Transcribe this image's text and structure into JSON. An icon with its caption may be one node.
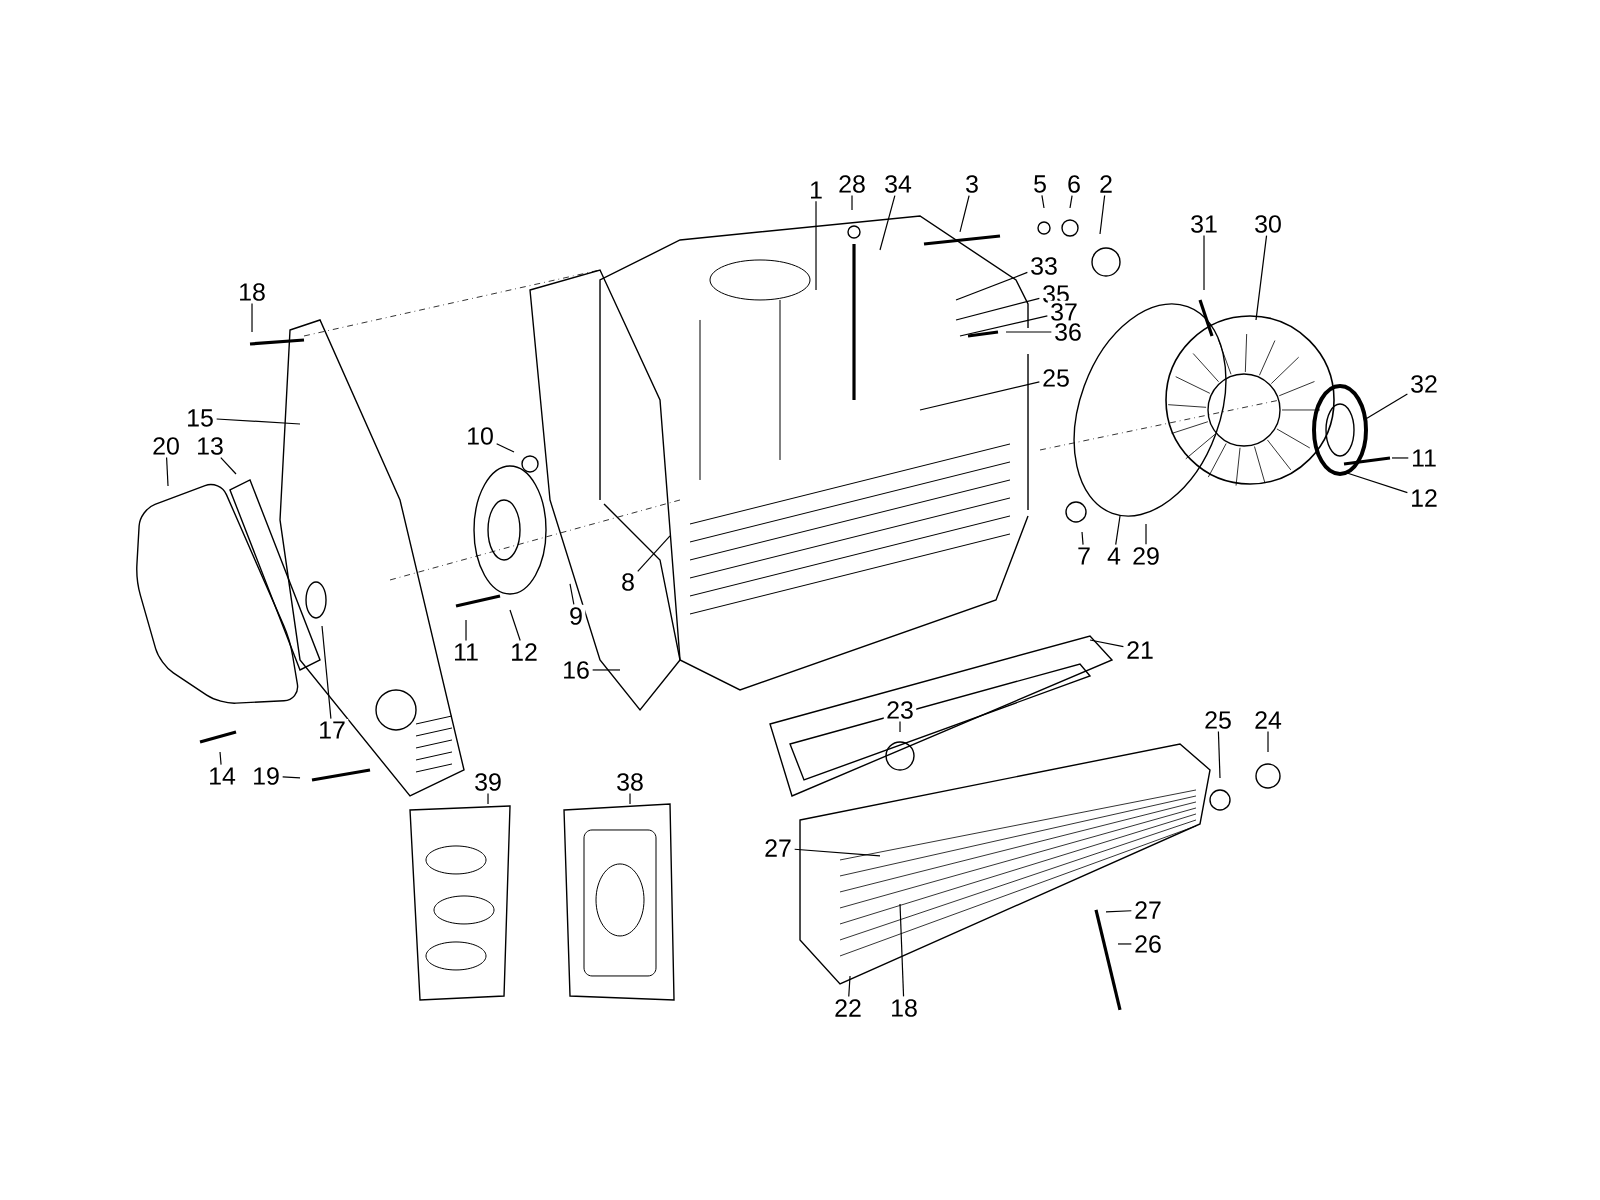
{
  "diagram": {
    "nodes": [
      {
        "text": [
          "1"
        ]
      },
      {
        "text": [
          "28"
        ]
      },
      {
        "text": [
          "34"
        ]
      },
      {
        "text": [
          "3"
        ]
      },
      {
        "text": [
          "5"
        ]
      },
      {
        "text": [
          "6"
        ]
      },
      {
        "text": [
          "2"
        ]
      },
      {
        "text": [
          "31"
        ]
      },
      {
        "text": [
          "30"
        ]
      },
      {
        "text": [
          "33"
        ]
      },
      {
        "text": [
          "35"
        ]
      },
      {
        "text": [
          "37"
        ]
      },
      {
        "text": [
          "18"
        ]
      },
      {
        "text": [
          "36"
        ]
      },
      {
        "text": [
          "25"
        ]
      },
      {
        "text": [
          "32"
        ]
      },
      {
        "text": [
          "15"
        ]
      },
      {
        "text": [
          "10"
        ]
      },
      {
        "text": [
          "20"
        ]
      },
      {
        "text": [
          "13"
        ]
      },
      {
        "text": [
          "11"
        ]
      },
      {
        "text": [
          "12"
        ]
      },
      {
        "text": [
          "7"
        ]
      },
      {
        "text": [
          "4"
        ]
      },
      {
        "text": [
          "29"
        ]
      },
      {
        "text": [
          "8"
        ]
      },
      {
        "text": [
          "9"
        ]
      },
      {
        "text": [
          "11"
        ]
      },
      {
        "text": [
          "12"
        ]
      },
      {
        "text": [
          "21"
        ]
      },
      {
        "text": [
          "16"
        ]
      },
      {
        "text": [
          "23"
        ]
      },
      {
        "text": [
          "25"
        ]
      },
      {
        "text": [
          "24"
        ]
      },
      {
        "text": [
          "17"
        ]
      },
      {
        "text": [
          "14"
        ]
      },
      {
        "text": [
          "19"
        ]
      },
      {
        "text": [
          "39"
        ]
      },
      {
        "text": [
          "38"
        ]
      },
      {
        "text": [
          "27"
        ]
      },
      {
        "text": [
          "27"
        ]
      },
      {
        "text": [
          "26"
        ]
      },
      {
        "text": [
          "22"
        ]
      },
      {
        "text": [
          "18"
        ]
      }
    ],
    "edges": [
      {
        "from": 0,
        "to": null,
        "arrow": "none"
      },
      {
        "from": 1,
        "to": null,
        "arrow": "none"
      },
      {
        "from": 2,
        "to": null,
        "arrow": "none"
      },
      {
        "from": 3,
        "to": null,
        "arrow": "none"
      },
      {
        "from": 4,
        "to": null,
        "arrow": "none"
      },
      {
        "from": 5,
        "to": null,
        "arrow": "none"
      },
      {
        "from": 6,
        "to": null,
        "arrow": "none"
      },
      {
        "from": 7,
        "to": null,
        "arrow": "none"
      },
      {
        "from": 8,
        "to": null,
        "arrow": "none"
      },
      {
        "from": 9,
        "to": null,
        "arrow": "none"
      },
      {
        "from": 10,
        "to": null,
        "arrow": "none"
      },
      {
        "from": 11,
        "to": null,
        "arrow": "none"
      },
      {
        "from": 12,
        "to": null,
        "arrow": "none"
      },
      {
        "from": 13,
        "to": null,
        "arrow": "none"
      },
      {
        "from": 14,
        "to": null,
        "arrow": "none"
      },
      {
        "from": 15,
        "to": null,
        "arrow": "none"
      },
      {
        "from": 16,
        "to": null,
        "arrow": "none"
      },
      {
        "from": 17,
        "to": null,
        "arrow": "none"
      },
      {
        "from": 18,
        "to": null,
        "arrow": "none"
      },
      {
        "from": 19,
        "to": null,
        "arrow": "none"
      },
      {
        "from": 20,
        "to": null,
        "arrow": "none"
      },
      {
        "from": 21,
        "to": null,
        "arrow": "none"
      },
      {
        "from": 22,
        "to": null,
        "arrow": "none"
      },
      {
        "from": 23,
        "to": null,
        "arrow": "none"
      },
      {
        "from": 24,
        "to": null,
        "arrow": "none"
      },
      {
        "from": 25,
        "to": null,
        "arrow": "none"
      },
      {
        "from": 26,
        "to": null,
        "arrow": "none"
      },
      {
        "from": 27,
        "to": null,
        "arrow": "none"
      },
      {
        "from": 28,
        "to": null,
        "arrow": "none"
      },
      {
        "from": 29,
        "to": null,
        "arrow": "none"
      },
      {
        "from": 30,
        "to": null,
        "arrow": "none"
      },
      {
        "from": 31,
        "to": null,
        "arrow": "none"
      },
      {
        "from": 32,
        "to": null,
        "arrow": "none"
      },
      {
        "from": 33,
        "to": null,
        "arrow": "none"
      },
      {
        "from": 34,
        "to": null,
        "arrow": "none"
      },
      {
        "from": 35,
        "to": null,
        "arrow": "none"
      },
      {
        "from": 36,
        "to": null,
        "arrow": "none"
      },
      {
        "from": 37,
        "to": null,
        "arrow": "none"
      },
      {
        "from": 38,
        "to": null,
        "arrow": "none"
      },
      {
        "from": 39,
        "to": null,
        "arrow": "none"
      },
      {
        "from": 40,
        "to": null,
        "arrow": "none"
      },
      {
        "from": 41,
        "to": null,
        "arrow": "none"
      },
      {
        "from": 42,
        "to": null,
        "arrow": "none"
      },
      {
        "from": 43,
        "to": null,
        "arrow": "none"
      }
    ]
  }
}
